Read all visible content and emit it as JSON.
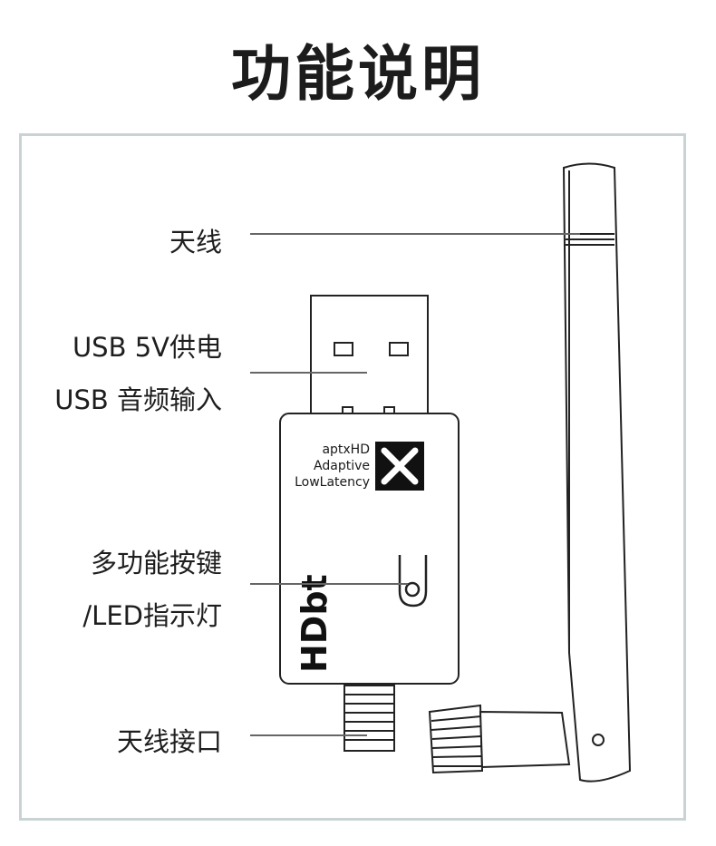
{
  "title": "功能说明",
  "labels": {
    "antenna": "天线",
    "usb_power": "USB 5V供电",
    "usb_audio": "USB 音频输入",
    "button": "多功能按键",
    "led": "/LED指示灯",
    "antenna_port": "天线接口"
  },
  "badge": {
    "line1": "aptxHD",
    "line2": "Adaptive",
    "line3": "LowLatency"
  },
  "brand": "HDbt"
}
